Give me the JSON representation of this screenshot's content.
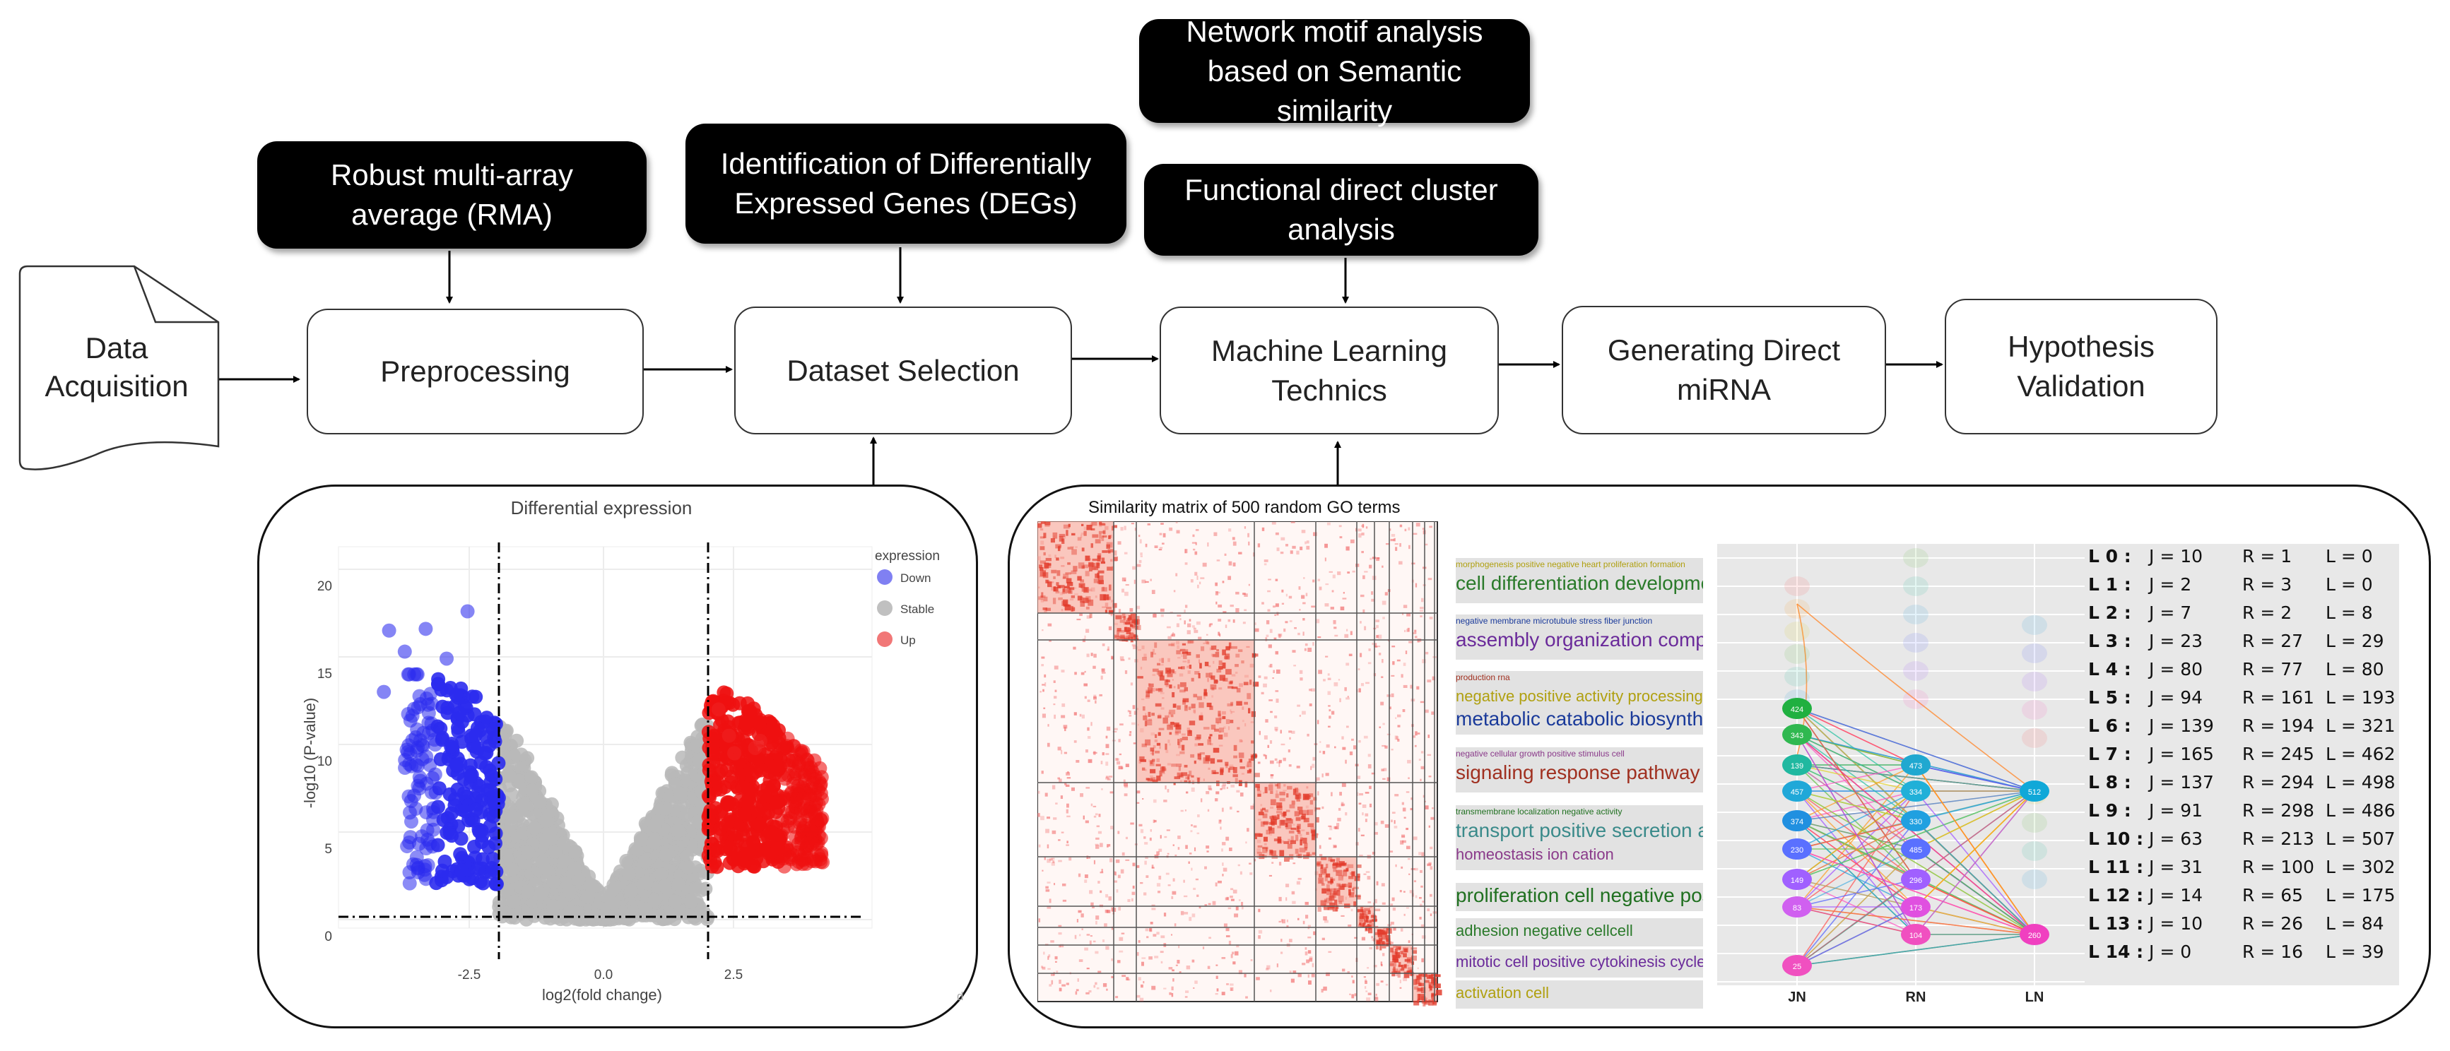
{
  "top_boxes": {
    "rma": "Robust multi-array average (RMA)",
    "degs": "Identification of Differentially Expressed Genes (DEGs)",
    "motif": "Network motif analysis based on Semantic similarity",
    "fdca": "Functional direct cluster analysis"
  },
  "stages": {
    "data_acquisition": "Data Acquisition",
    "preprocessing": "Preprocessing",
    "dataset_selection": "Dataset Selection",
    "machine_learning": "Machine Learning Technics",
    "generating": "Generating Direct miRNA",
    "hypothesis": "Hypothesis Validation"
  },
  "volcano": {
    "title": "Differential expression",
    "xlabel": "log2(fold change)",
    "ylabel": "-log10 (P-value)",
    "xticks": [
      "-2.5",
      "0.0",
      "2.5"
    ],
    "yticks": [
      "0",
      "5",
      "10",
      "15",
      "20"
    ],
    "legend_title": "expression",
    "legend": [
      {
        "label": "Down",
        "color": "#3333ee"
      },
      {
        "label": "Stable",
        "color": "#b5b5b5"
      },
      {
        "label": "Up",
        "color": "#ee2222"
      }
    ],
    "corner_mark": "d"
  },
  "heatmap": {
    "title": "Similarity matrix of 500 random GO terms"
  },
  "word_clouds": [
    {
      "small": "morphogenesis positive negative heart proliferation formation",
      "big": "cell differentiation development involved"
    },
    {
      "small": "negative membrane microtubule stress fiber junction",
      "big": "assembly organization complex positive"
    },
    {
      "small": "production rna",
      "big": "negative positive activity processing dna"
    },
    {
      "small": "",
      "big": "metabolic catabolic biosynthetic"
    },
    {
      "small": "negative cellular growth positive stimulus cell",
      "big": "signaling response pathway receptor"
    },
    {
      "small": "transmembrane localization negative activity",
      "big": "transport positive secretion acid cell membrane"
    },
    {
      "small": "",
      "big": "homeostasis ion cation"
    },
    {
      "small": "",
      "big": "proliferation cell negative positive smooth muscle"
    },
    {
      "small": "",
      "big": "adhesion negative cellcell"
    },
    {
      "small": "",
      "big": "mitotic cell positive cytokinesis cycle negative"
    },
    {
      "small": "",
      "big": "activation cell"
    }
  ],
  "network": {
    "columns": [
      "JN",
      "RN",
      "LN"
    ],
    "jn_nodes": [
      "424",
      "343",
      "139",
      "457",
      "374",
      "230",
      "149",
      "83",
      "25"
    ],
    "rn_nodes": [
      "473",
      "334",
      "330",
      "485",
      "296",
      "173",
      "104"
    ],
    "ln_nodes": [
      "512",
      "260"
    ],
    "levels": [
      {
        "label": "L 0 :",
        "j": "J = 10",
        "r": "R = 1",
        "l": "L = 0"
      },
      {
        "label": "L 1 :",
        "j": "J = 2",
        "r": "R = 3",
        "l": "L = 0"
      },
      {
        "label": "L 2 :",
        "j": "J = 7",
        "r": "R = 2",
        "l": "L = 8"
      },
      {
        "label": "L 3 :",
        "j": "J = 23",
        "r": "R = 27",
        "l": "L = 29"
      },
      {
        "label": "L 4 :",
        "j": "J = 80",
        "r": "R = 77",
        "l": "L = 80"
      },
      {
        "label": "L 5 :",
        "j": "J = 94",
        "r": "R = 161",
        "l": "L = 193"
      },
      {
        "label": "L 6 :",
        "j": "J = 139",
        "r": "R = 194",
        "l": "L = 321"
      },
      {
        "label": "L 7 :",
        "j": "J = 165",
        "r": "R = 245",
        "l": "L = 462"
      },
      {
        "label": "L 8 :",
        "j": "J = 137",
        "r": "R = 294",
        "l": "L = 498"
      },
      {
        "label": "L 9 :",
        "j": "J = 91",
        "r": "R = 298",
        "l": "L = 486"
      },
      {
        "label": "L 10 :",
        "j": "J = 63",
        "r": "R = 213",
        "l": "L = 507"
      },
      {
        "label": "L 11 :",
        "j": "J = 31",
        "r": "R = 100",
        "l": "L = 302"
      },
      {
        "label": "L 12 :",
        "j": "J = 14",
        "r": "R = 65",
        "l": "L = 175"
      },
      {
        "label": "L 13 :",
        "j": "J = 10",
        "r": "R = 26",
        "l": "L = 84"
      },
      {
        "label": "L 14 :",
        "j": "J = 0",
        "r": "R = 16",
        "l": "L = 39"
      }
    ]
  }
}
